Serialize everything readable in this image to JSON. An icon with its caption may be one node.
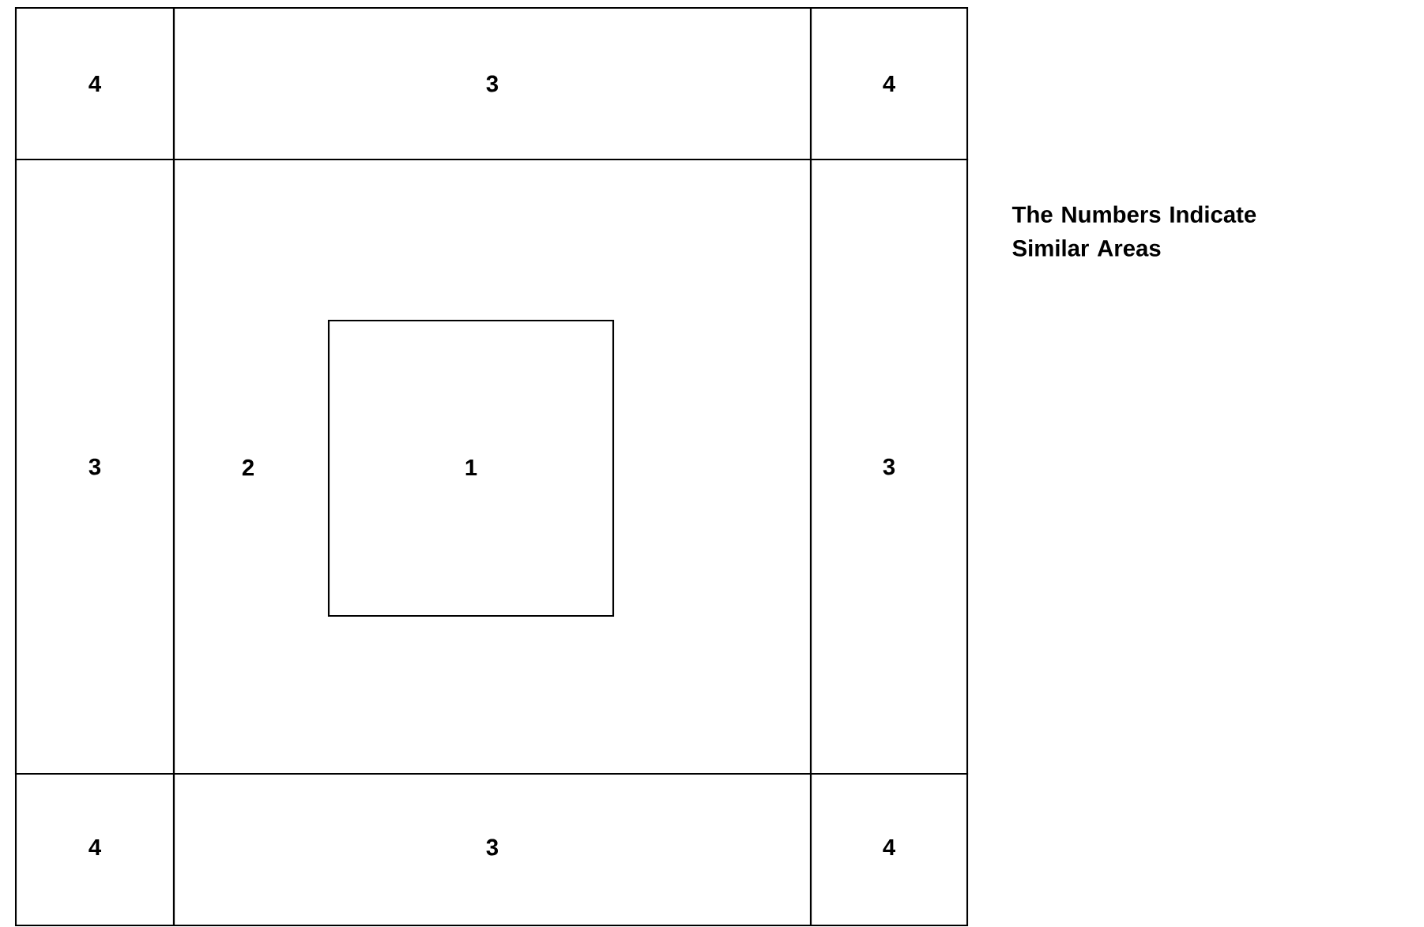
{
  "diagram": {
    "nodes": [
      {
        "text": [
          "4"
        ]
      },
      {
        "text": [
          "3"
        ]
      },
      {
        "text": [
          "4"
        ]
      },
      {
        "text": [
          "3"
        ]
      },
      {
        "text": [
          "2"
        ]
      },
      {
        "text": [
          "1"
        ],
        "in": 4
      },
      {
        "text": [
          "3"
        ]
      },
      {
        "text": [
          "4"
        ]
      },
      {
        "text": [
          "3"
        ]
      },
      {
        "text": [
          "4"
        ]
      }
    ],
    "labels": [
      "The Numbers Indicate Similar Areas"
    ]
  }
}
